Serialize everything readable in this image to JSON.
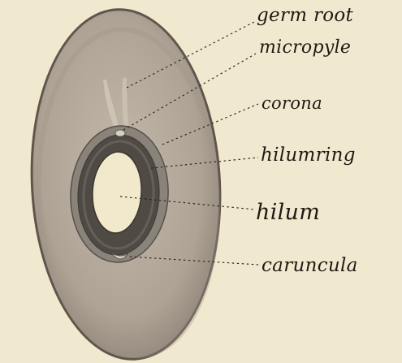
{
  "diagram": {
    "labels": {
      "germ_root": "germ root",
      "micropyle": "micropyle",
      "corona": "corona",
      "hilumring": "hilumring",
      "hilum": "hilum",
      "caruncula": "caruncula"
    },
    "colors": {
      "paper": "#f1e9cf",
      "seed_body": "#b3a89a",
      "seed_rim": "#5a5148",
      "corona_ring": "#7c756c",
      "hilumring_band": "#4e4942",
      "hilum_opening": "#f2e8cb",
      "ink": "#1f1a14"
    }
  }
}
